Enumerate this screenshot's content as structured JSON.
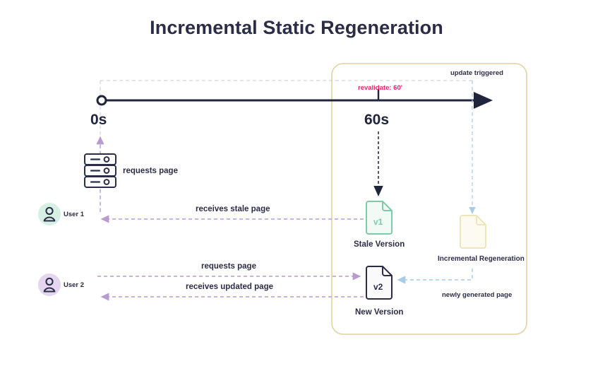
{
  "page": {
    "title": "Incremental Static Regeneration",
    "background": "#ffffff"
  },
  "colors": {
    "ink": "#2b2d47",
    "timeline": "#21243d",
    "accent_pink": "#e8256b",
    "accent_green": "#7fcaa9",
    "accent_purple": "#b89cd0",
    "accent_blue": "#a8cbe8",
    "container_border": "#e2d2a0",
    "doc_green_fill": "#f2faf6",
    "doc_cream_fill": "#fdfbf1",
    "doc_navy_fill": "#fafafd",
    "avatar_user1_bg": "#d6f0e4",
    "avatar_user2_bg": "#e4d6ef"
  },
  "timeline": {
    "start_marker": "circle",
    "ticks": [
      {
        "label": "0s",
        "position": "start"
      },
      {
        "label": "60s",
        "position": "revalidate"
      }
    ],
    "revalidate_label": "revalidate: 60'",
    "update_label": "update triggered",
    "arrow_direction": "right"
  },
  "container": {
    "name": "regeneration-window",
    "border_color": "#e2d2a0"
  },
  "actors": [
    {
      "id": "user1",
      "label": "User 1",
      "avatar_icon": "person-icon",
      "avatar_color": "#d6f0e4"
    },
    {
      "id": "user2",
      "label": "User 2",
      "avatar_icon": "person-icon",
      "avatar_color": "#e4d6ef"
    }
  ],
  "server": {
    "icon": "server-icon",
    "label": "requests page"
  },
  "flows": [
    {
      "id": "user1-request",
      "label": "requests page",
      "direction": "up",
      "color": "#b89cd0"
    },
    {
      "id": "user1-receive",
      "label": "receives stale page",
      "direction": "left",
      "color": "#b89cd0"
    },
    {
      "id": "user2-request",
      "label": "requests page",
      "direction": "right",
      "color": "#b89cd0"
    },
    {
      "id": "user2-receive",
      "label": "receives updated page",
      "direction": "left",
      "color": "#b89cd0"
    },
    {
      "id": "newly-generated",
      "label": "newly generated page",
      "direction": "left",
      "color": "#a8cbe8"
    }
  ],
  "documents": [
    {
      "id": "stale",
      "version": "v1",
      "caption": "Stale Version",
      "border_color": "#7fcaa9",
      "fill": "#f2faf6",
      "version_text_color": "#7fcaa9"
    },
    {
      "id": "regen",
      "version": "",
      "caption": "Incremental Regeneration",
      "border_color": "#efe4bb",
      "fill": "#fdfbf1",
      "version_text_color": "#efe4bb"
    },
    {
      "id": "new",
      "version": "v2",
      "caption": "New Version",
      "border_color": "#2b2d47",
      "fill": "#fafafd",
      "version_text_color": "#2b2d47"
    }
  ]
}
